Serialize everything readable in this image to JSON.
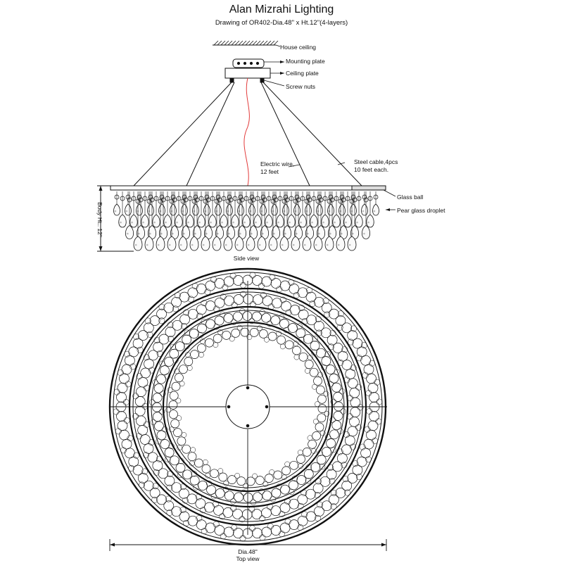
{
  "header": {
    "title": "Alan Mizrahi Lighting",
    "subtitle": "Drawing of OR402-Dia.48\" x Ht.12\"(4-layers)"
  },
  "side_view": {
    "caption": "Side view",
    "labels": {
      "house_ceiling": "House ceiling",
      "mounting_plate": "Mounting plate",
      "ceiling_plate": "Ceiling plate",
      "screw_nuts": "Screw nuts",
      "electric_wire_1": "Electric wire,",
      "electric_wire_2": "12 feet",
      "steel_cable_1": "Steel cable,4pcs",
      "steel_cable_2": "10 feet each.",
      "glass_ball": "Glass ball",
      "pear_glass_droplet": "Pear glass droplet",
      "body_height": "Body  Ht.: 12\""
    },
    "wire_color": "#e23b3b"
  },
  "top_view": {
    "caption": "Top view",
    "diameter_label": "Dia.48\""
  }
}
